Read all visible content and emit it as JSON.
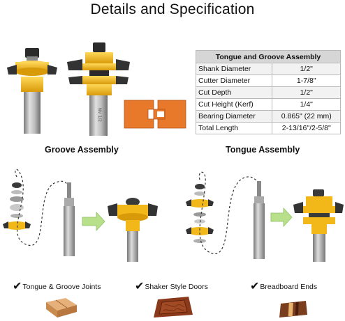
{
  "title": "Details and Specification",
  "spec_table": {
    "heading": "Tongue and Groove Assembly",
    "rows": [
      {
        "label": "Shank Diameter",
        "value": "1/2\""
      },
      {
        "label": "Cutter Diameter",
        "value": "1-7/8\""
      },
      {
        "label": "Cut Depth",
        "value": "1/2\""
      },
      {
        "label": "Cut Height (Kerf)",
        "value": "1/4\""
      },
      {
        "label": "Bearing Diameter",
        "value": "0.865\" (22 mm)"
      },
      {
        "label": "Total Length",
        "value": "2-13/16\"/2-5/8\""
      }
    ]
  },
  "sections": {
    "groove": "Groove Assembly",
    "tongue": "Tongue Assembly"
  },
  "features": [
    {
      "label": "Tongue & Groove Joints",
      "icon": "checkmark-icon"
    },
    {
      "label": "Shaker Style Doors",
      "icon": "checkmark-icon"
    },
    {
      "label": "Breadboard Ends",
      "icon": "checkmark-icon"
    }
  ],
  "colors": {
    "cutter_yellow": "#f2b81a",
    "joint_orange": "#e8782a",
    "arrow_green": "#b8e08a",
    "shank_gray": "#a9a9a9"
  }
}
